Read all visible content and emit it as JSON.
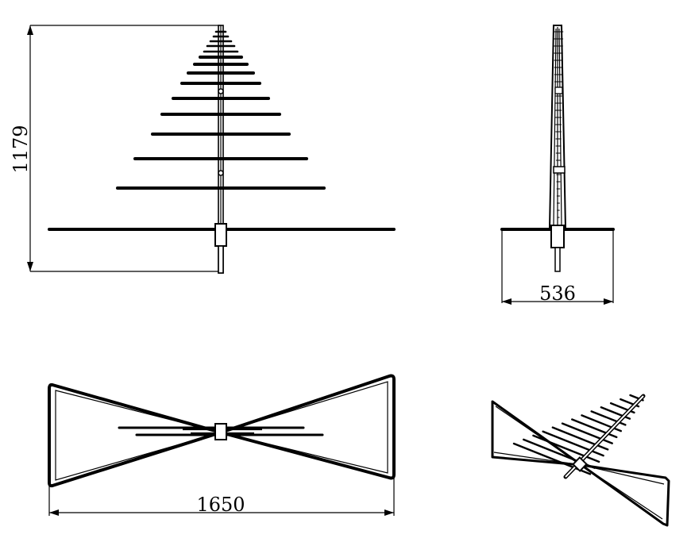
{
  "dimensions": {
    "height": "1179",
    "depth": "536",
    "width": "1650"
  }
}
